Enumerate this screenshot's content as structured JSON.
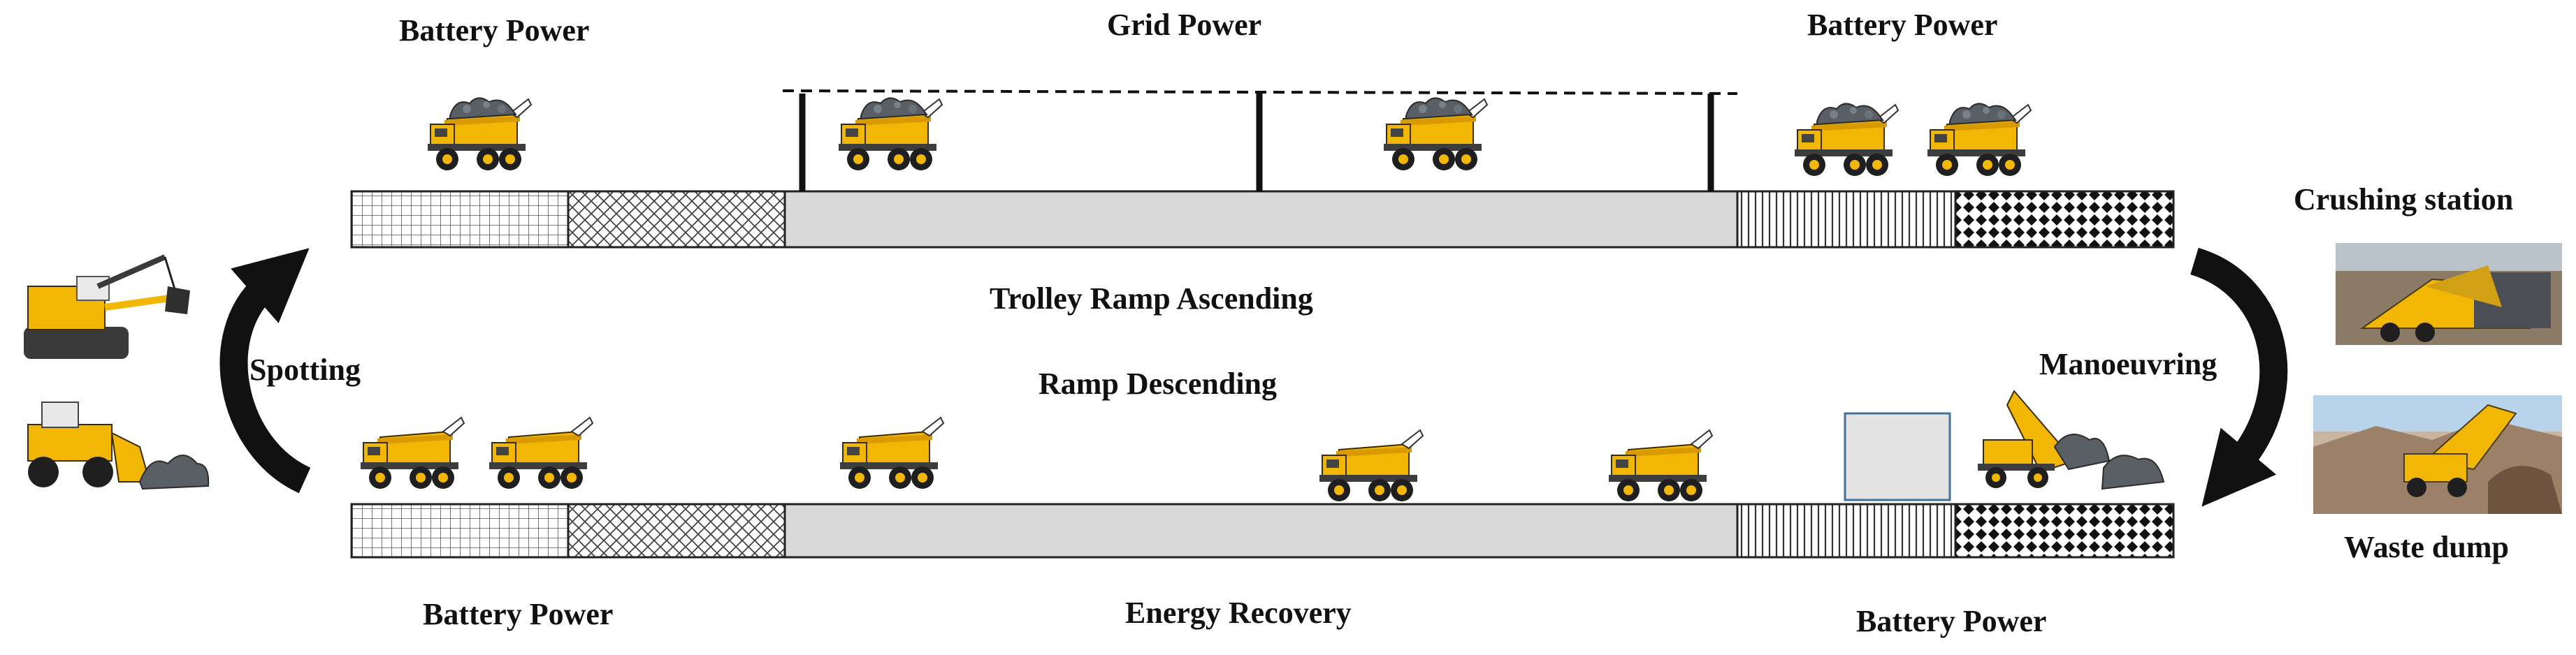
{
  "labels": {
    "top_left": "Battery Power",
    "top_center": "Grid Power",
    "top_right": "Battery Power",
    "middle_upper": "Trolley Ramp Ascending",
    "middle_lower": "Ramp Descending",
    "bottom_left": "Battery Power",
    "bottom_center": "Energy Recovery",
    "bottom_right": "Battery Power",
    "left_side": "Spotting",
    "right_side": "Manoeuvring",
    "crushing_station": "Crushing station",
    "waste_dump": "Waste dump"
  },
  "colors": {
    "truck_body": "#f2b705",
    "truck_dark": "#2b2b2b",
    "ore": "#5a5f66",
    "road_fill": "#d9d9d9",
    "outline": "#222222",
    "arrow": "#111111",
    "box_outline": "#41719c"
  },
  "icons": {
    "truck": "mining-haul-truck-icon",
    "shovel": "electric-rope-shovel-icon",
    "loader": "wheel-loader-icon",
    "crusher": "crushing-station-photo-icon",
    "dump": "waste-dump-photo-icon"
  }
}
